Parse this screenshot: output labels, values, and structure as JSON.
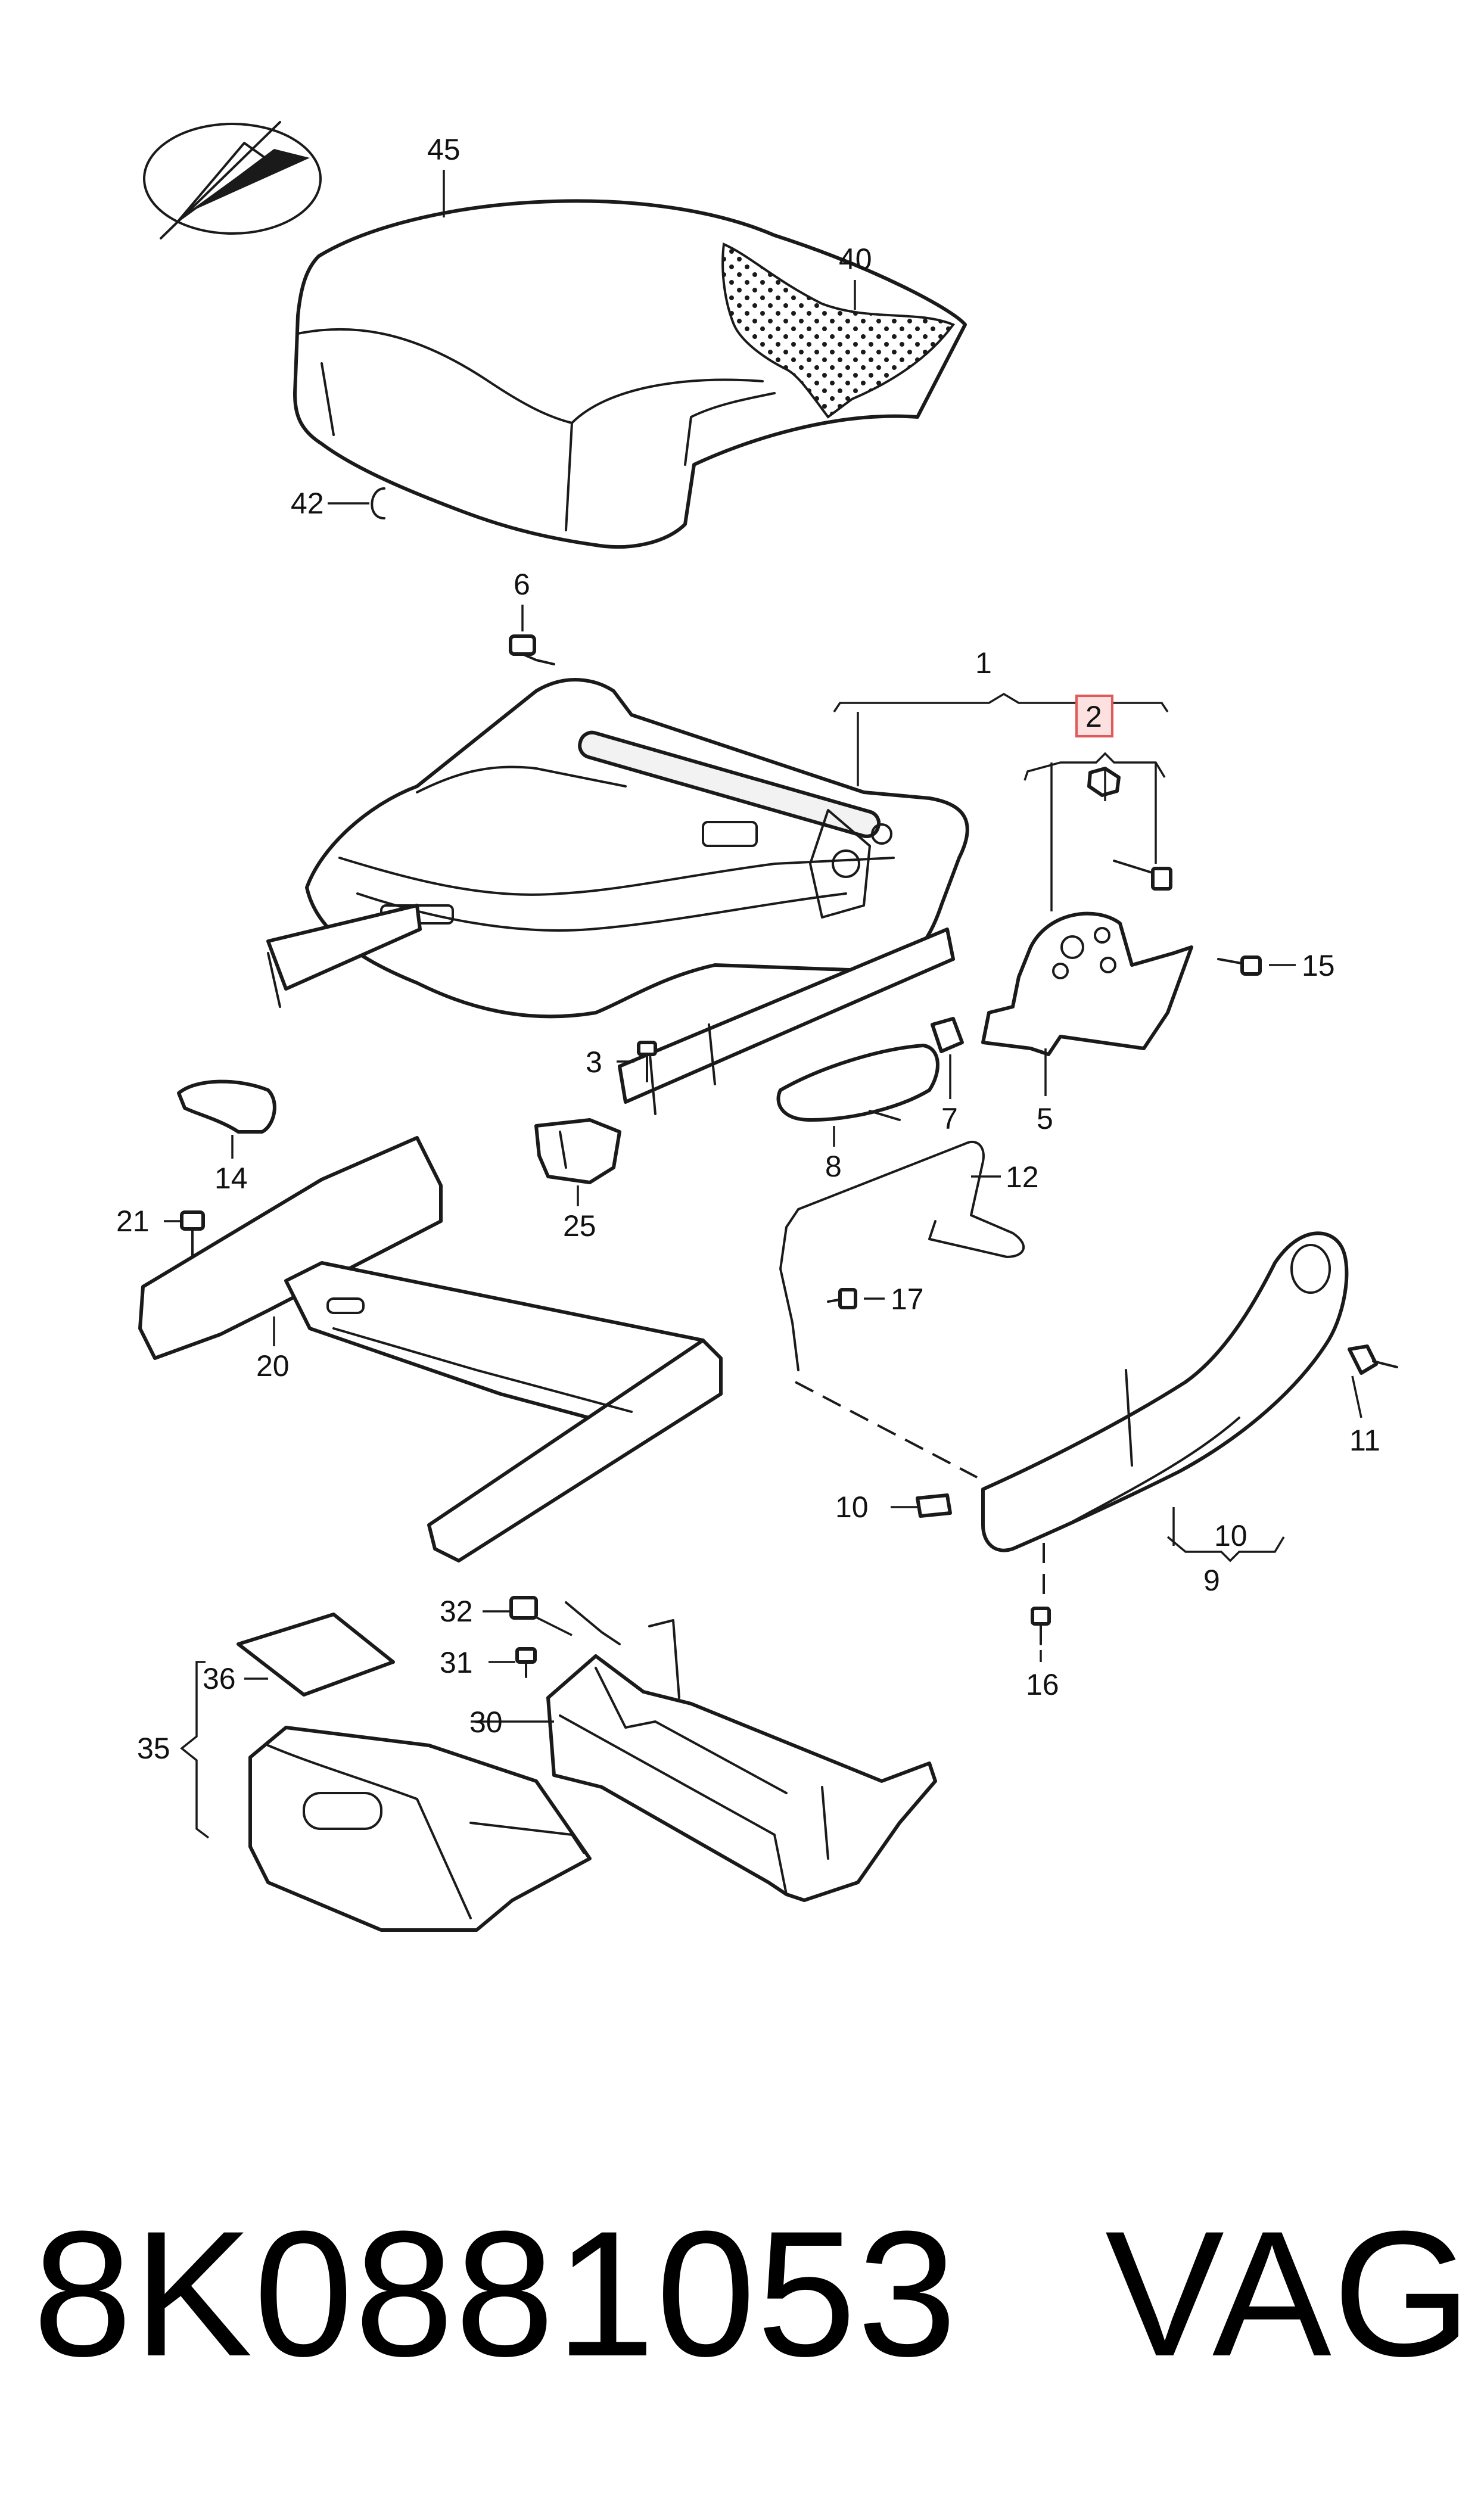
{
  "diagram": {
    "callouts": {
      "c1": "1",
      "c2": "2",
      "c3": "3",
      "c5": "5",
      "c6": "6",
      "c7": "7",
      "c8": "8",
      "c9": "9",
      "c10a": "10",
      "c10b": "10",
      "c11": "11",
      "c12": "12",
      "c14": "14",
      "c15": "15",
      "c16": "16",
      "c17": "17",
      "c20": "20",
      "c21": "21",
      "c25": "25",
      "c30": "30",
      "c31": "31",
      "c32": "32",
      "c35": "35",
      "c36": "36",
      "c40": "40",
      "c42": "42",
      "c45": "45"
    },
    "highlight_color": "#e05a5a"
  },
  "footer": {
    "part_number": "8K0881053",
    "brand": "VAG"
  }
}
